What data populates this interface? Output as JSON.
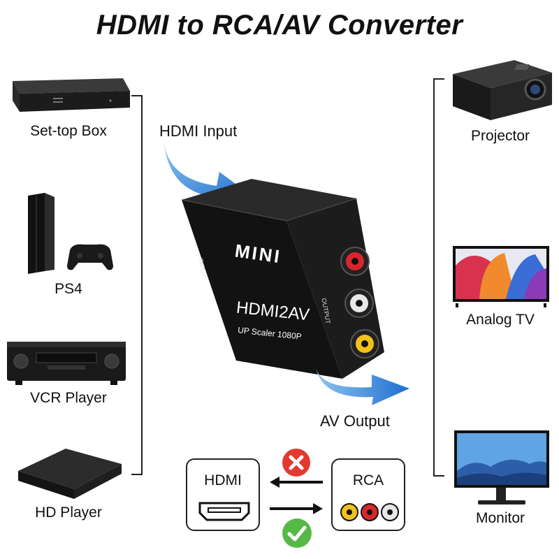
{
  "title": "HDMI to RCA/AV Converter",
  "left_devices": [
    {
      "label": "Set-top Box",
      "icon": "set-top-box"
    },
    {
      "label": "PS4",
      "icon": "game-console"
    },
    {
      "label": "VCR Player",
      "icon": "vcr-player"
    },
    {
      "label": "HD Player",
      "icon": "media-player"
    }
  ],
  "right_devices": [
    {
      "label": "Projector",
      "icon": "projector"
    },
    {
      "label": "Analog TV",
      "icon": "tv"
    },
    {
      "label": "Monitor",
      "icon": "monitor"
    }
  ],
  "converter": {
    "brand": "MINI",
    "model": "HDMI2AV",
    "subtitle": "UP Scaler 1080P",
    "input_side": "INPUT",
    "output_side": "OUTPUT"
  },
  "flow": {
    "input_label": "HDMI Input",
    "output_label": "AV Output"
  },
  "direction_panel": {
    "hdmi_label": "HDMI",
    "rca_label": "RCA"
  },
  "colors": {
    "arrow_blue": "#2d7fd6",
    "deny_red": "#e23a2e",
    "ok_green": "#56b947",
    "rca_yellow": "#f2c21b",
    "rca_red": "#d9262c",
    "rca_white": "#e8e8e8"
  }
}
